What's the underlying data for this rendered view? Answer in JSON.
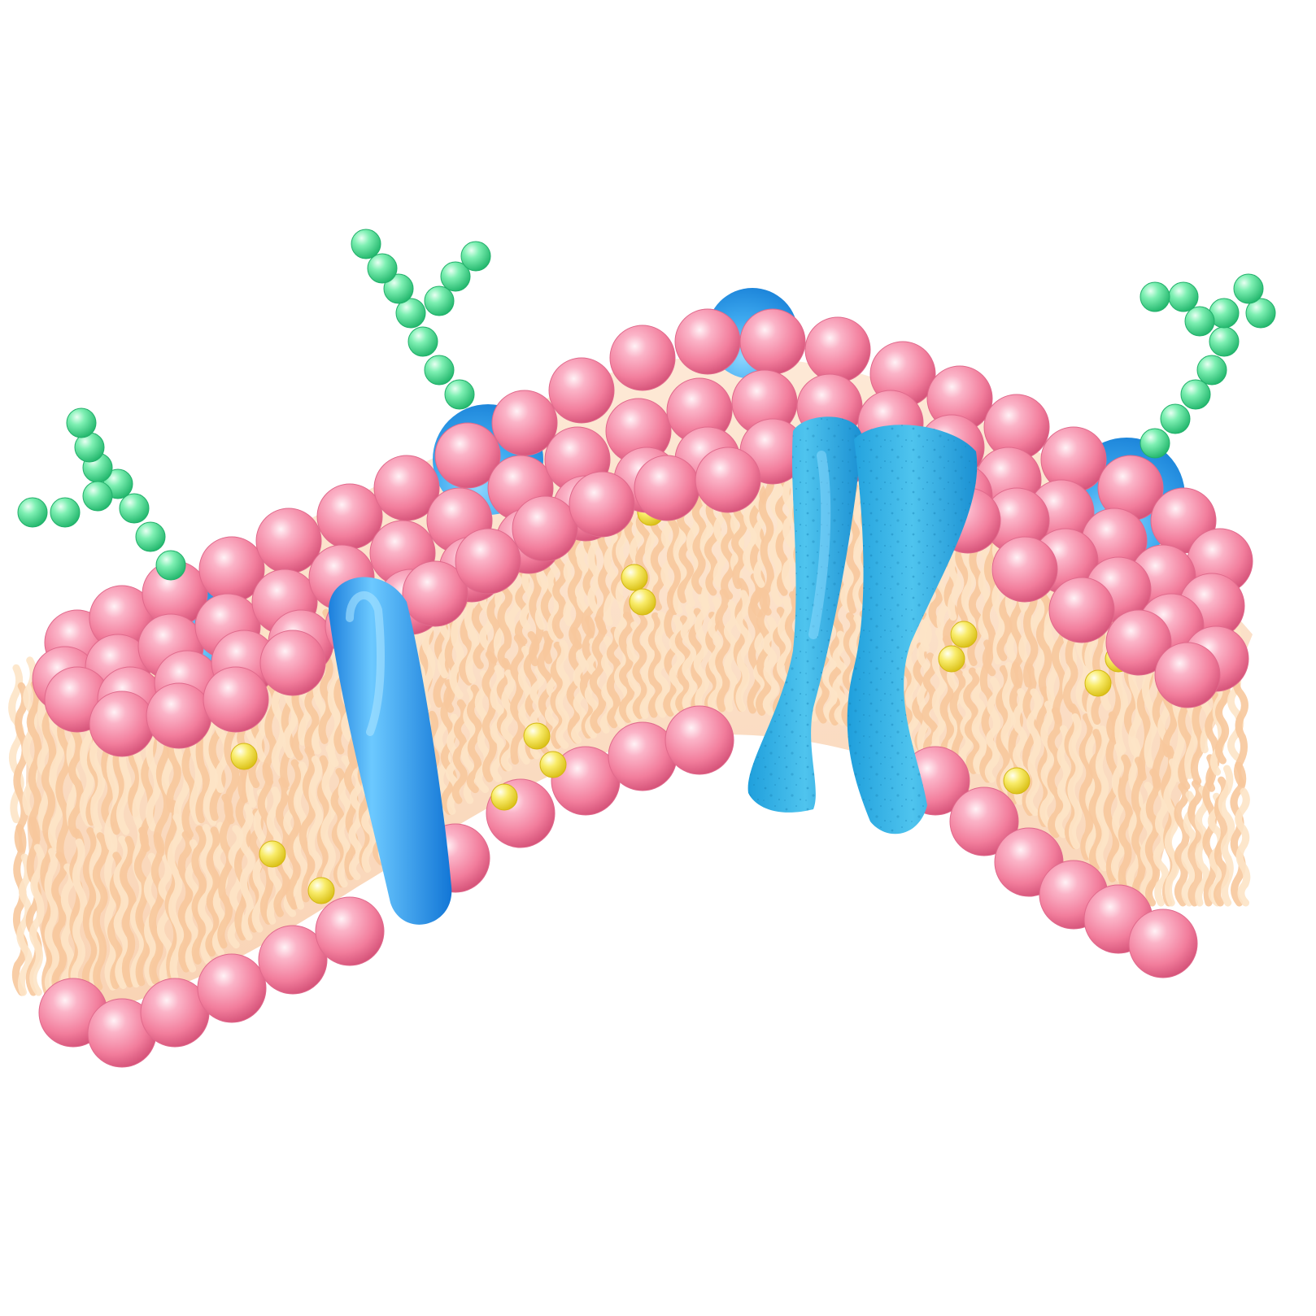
{
  "title": "",
  "labels": [],
  "colors": {
    "background": "#ffffff",
    "phospholipid_head": "#f27d9c",
    "phospholipid_head_highlight": "#ffe3ec",
    "phospholipid_head_shadow": "#d64f78",
    "lipid_tail": "#f7c89c",
    "lipid_tail_light": "#fde4c6",
    "membrane_core": "#fbe0c8",
    "cholesterol": "#f3e03c",
    "carbohydrate_chain": "#3fd68c",
    "peripheral_protein": "#2a9be8",
    "integral_protein": "#2e9fe6",
    "channel_protein": "#21a9e0"
  },
  "components": {
    "phospholipid_heads": "phospholipid-head",
    "lipid_tails": "fatty-acid-tail",
    "cholesterol": "cholesterol-molecule",
    "glycan_chains": "carbohydrate-chain",
    "peripheral_proteins": "peripheral-protein",
    "integral_protein": "integral-protein",
    "channel_protein": "channel-protein"
  }
}
